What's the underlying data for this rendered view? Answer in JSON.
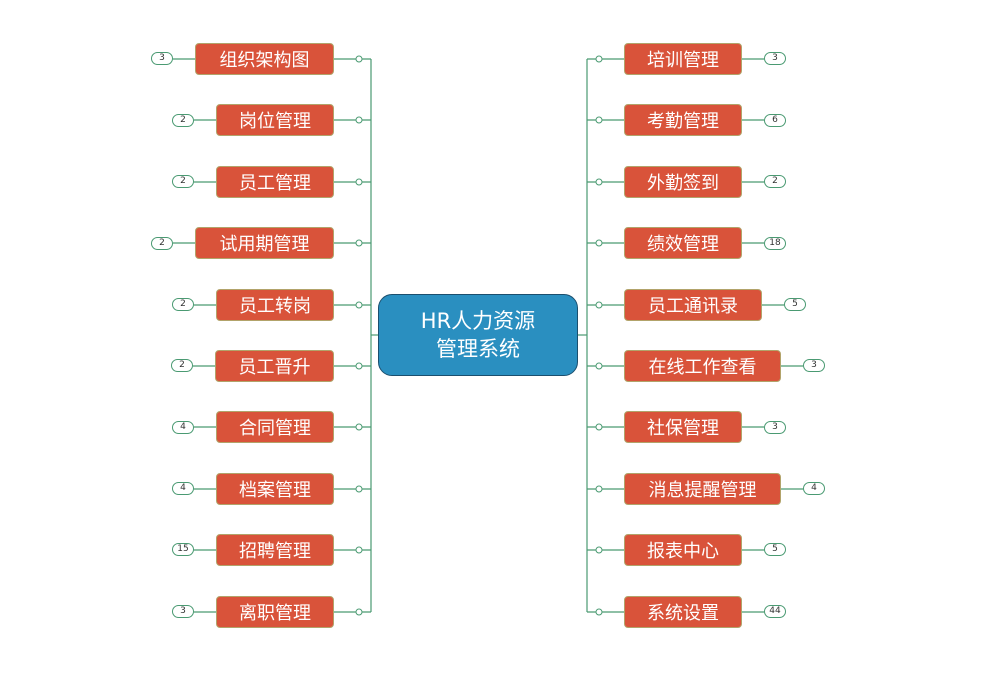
{
  "center": {
    "line1": "HR人力资源",
    "line2": "管理系统"
  },
  "left": [
    {
      "label": "组织架构图",
      "count": "3"
    },
    {
      "label": "岗位管理",
      "count": "2"
    },
    {
      "label": "员工管理",
      "count": "2"
    },
    {
      "label": "试用期管理",
      "count": "2"
    },
    {
      "label": "员工转岗",
      "count": "2"
    },
    {
      "label": "员工晋升",
      "count": "2"
    },
    {
      "label": "合同管理",
      "count": "4"
    },
    {
      "label": "档案管理",
      "count": "4"
    },
    {
      "label": "招聘管理",
      "count": "15"
    },
    {
      "label": "离职管理",
      "count": "3"
    }
  ],
  "right": [
    {
      "label": "培训管理",
      "count": "3"
    },
    {
      "label": "考勤管理",
      "count": "6"
    },
    {
      "label": "外勤签到",
      "count": "2"
    },
    {
      "label": "绩效管理",
      "count": "18"
    },
    {
      "label": "员工通讯录",
      "count": "5"
    },
    {
      "label": "在线工作查看",
      "count": "3"
    },
    {
      "label": "社保管理",
      "count": "3"
    },
    {
      "label": "消息提醒管理",
      "count": "4"
    },
    {
      "label": "报表中心",
      "count": "5"
    },
    {
      "label": "系统设置",
      "count": "44"
    }
  ],
  "colors": {
    "center_fill": "#2a8fc0",
    "node_fill": "#d9533a",
    "connector": "#4a9a72"
  }
}
